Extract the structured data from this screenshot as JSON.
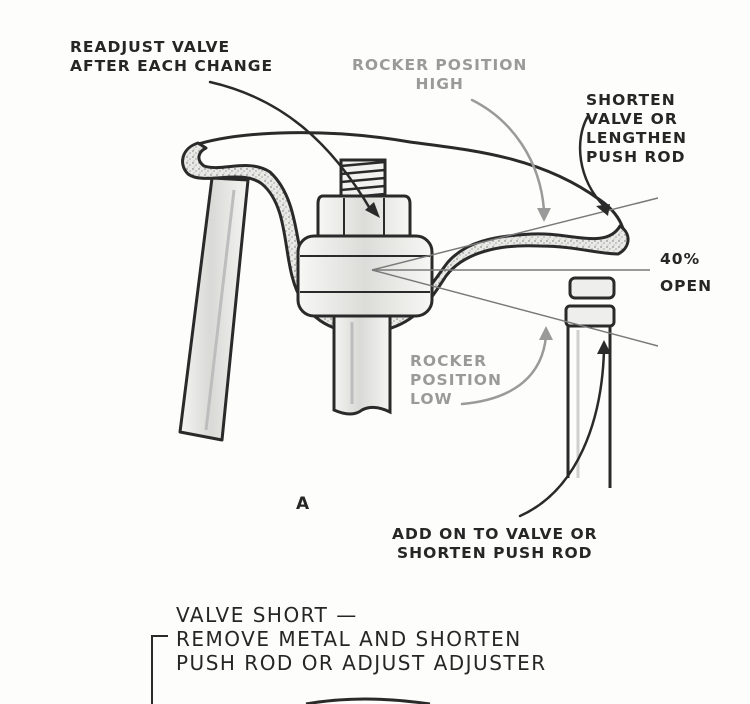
{
  "labels": {
    "readjust": "READJUST VALVE\nAFTER EACH CHANGE",
    "rocker_high": "ROCKER POSITION\nHIGH",
    "shorten_valve": "SHORTEN\nVALVE OR\nLENGTHEN\nPUSH ROD",
    "open_pct": "40%",
    "open": "OPEN",
    "rocker_low": "ROCKER\nPOSITION\nLOW",
    "panel_a": "A",
    "add_on": "ADD ON TO VALVE OR\nSHORTEN PUSH ROD",
    "valve_short_1": "VALVE SHORT —",
    "valve_short_2": "REMOVE METAL AND SHORTEN",
    "valve_short_3": "PUSH ROD OR ADJUST ADJUSTER"
  },
  "colors": {
    "ink": "#262626",
    "gray_annotation": "#9a9a9a"
  }
}
